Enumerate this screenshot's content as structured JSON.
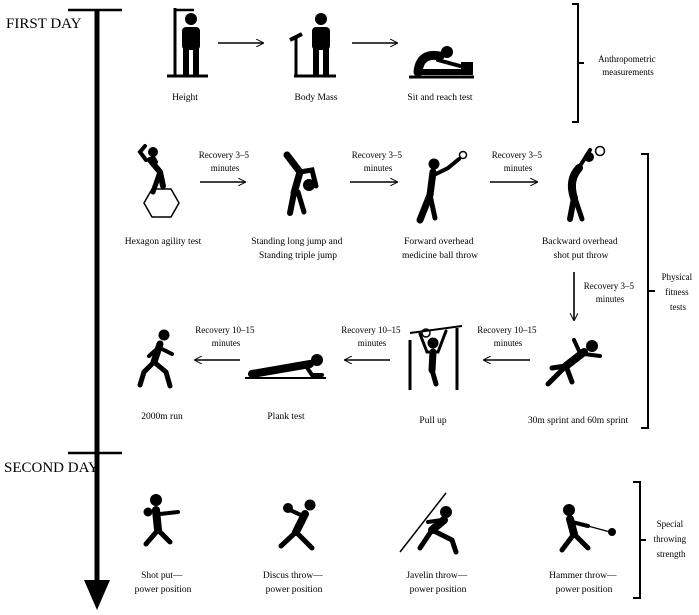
{
  "days": {
    "first": "FIRST DAY",
    "second": "SECOND DAY"
  },
  "groups": {
    "anthropometric": [
      "Anthropometric",
      "measurements"
    ],
    "fitness": [
      "Physical",
      "fitness",
      "tests"
    ],
    "throwing": [
      "Special",
      "throwing",
      "strength"
    ]
  },
  "tests": {
    "height": [
      "Height"
    ],
    "body_mass": [
      "Body Mass"
    ],
    "sit_reach": [
      "Sit and reach test"
    ],
    "hexagon": [
      "Hexagon agility test"
    ],
    "long_jump": [
      "Standing long jump and",
      "Standing triple jump"
    ],
    "forward_throw": [
      "Forward overhead",
      "medicine ball throw"
    ],
    "backward_throw": [
      "Backward overhead",
      "shot put throw"
    ],
    "run_2000": [
      "2000m run"
    ],
    "plank": [
      "Plank test"
    ],
    "pull_up": [
      "Pull up"
    ],
    "sprint": [
      "30m sprint and 60m sprint"
    ],
    "shot_put": [
      "Shot put—",
      "power position"
    ],
    "discus": [
      "Discus throw—",
      "power position"
    ],
    "javelin": [
      "Javelin throw—",
      "power position"
    ],
    "hammer": [
      "Hammer throw—",
      "power position"
    ]
  },
  "recovery": {
    "r1": [
      "Recovery 3–5",
      "minutes"
    ],
    "r2": [
      "Recovery 3–5",
      "minutes"
    ],
    "r3": [
      "Recovery 3–5",
      "minutes"
    ],
    "r4": [
      "Recovery 3–5",
      "minutes"
    ],
    "r5": [
      "Recovery 10–15",
      "minutes"
    ],
    "r6": [
      "Recovery 10–15",
      "minutes"
    ],
    "r7": [
      "Recovery 10–15",
      "minutes"
    ]
  }
}
